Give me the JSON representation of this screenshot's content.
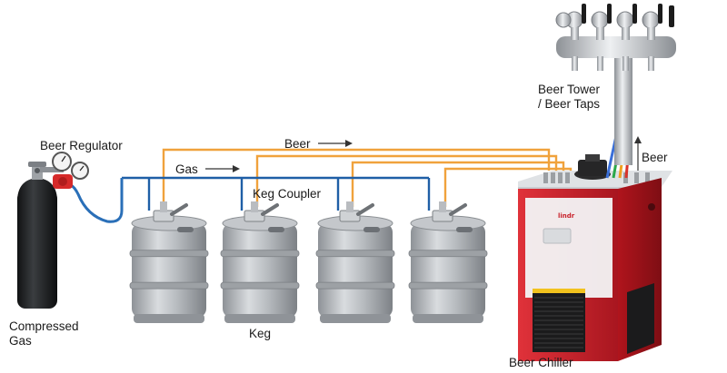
{
  "labels": {
    "beer_regulator": "Beer Regulator",
    "compressed_gas": "Compressed\nGas",
    "gas": "Gas",
    "beer_line": "Beer",
    "keg_coupler": "Keg Coupler",
    "keg": "Keg",
    "beer_tower": "Beer Tower\n/ Beer Taps",
    "beer_up": "Beer",
    "beer_chiller": "Beer Chiller",
    "chiller_brand": "lindr"
  },
  "colors": {
    "gas_line": "#1f5fa6",
    "beer_line": "#f0a23c",
    "regulator_hose": "#2a6fb8",
    "cylinder": "#222426",
    "regulator_body": "#d62a2a",
    "keg_steel": "#a9adb1",
    "chiller_red": "#c8222b",
    "chiller_top": "#e9ebed",
    "tower_chrome": "#c4c7ca",
    "tap_handle": "#1c1c1c"
  },
  "icons": {
    "flow_arrow": "right-arrow-icon",
    "up_arrow": "up-arrow-icon"
  },
  "kegs": [
    {
      "name": "keg-1",
      "has_coupler": true
    },
    {
      "name": "keg-2",
      "has_coupler": true
    },
    {
      "name": "keg-3",
      "has_coupler": true
    },
    {
      "name": "keg-4",
      "has_coupler": true
    }
  ],
  "tower_line_colors": [
    "#3a6fd8",
    "#2aa84a",
    "#f0a020",
    "#d8332b"
  ],
  "tap_count": 4
}
